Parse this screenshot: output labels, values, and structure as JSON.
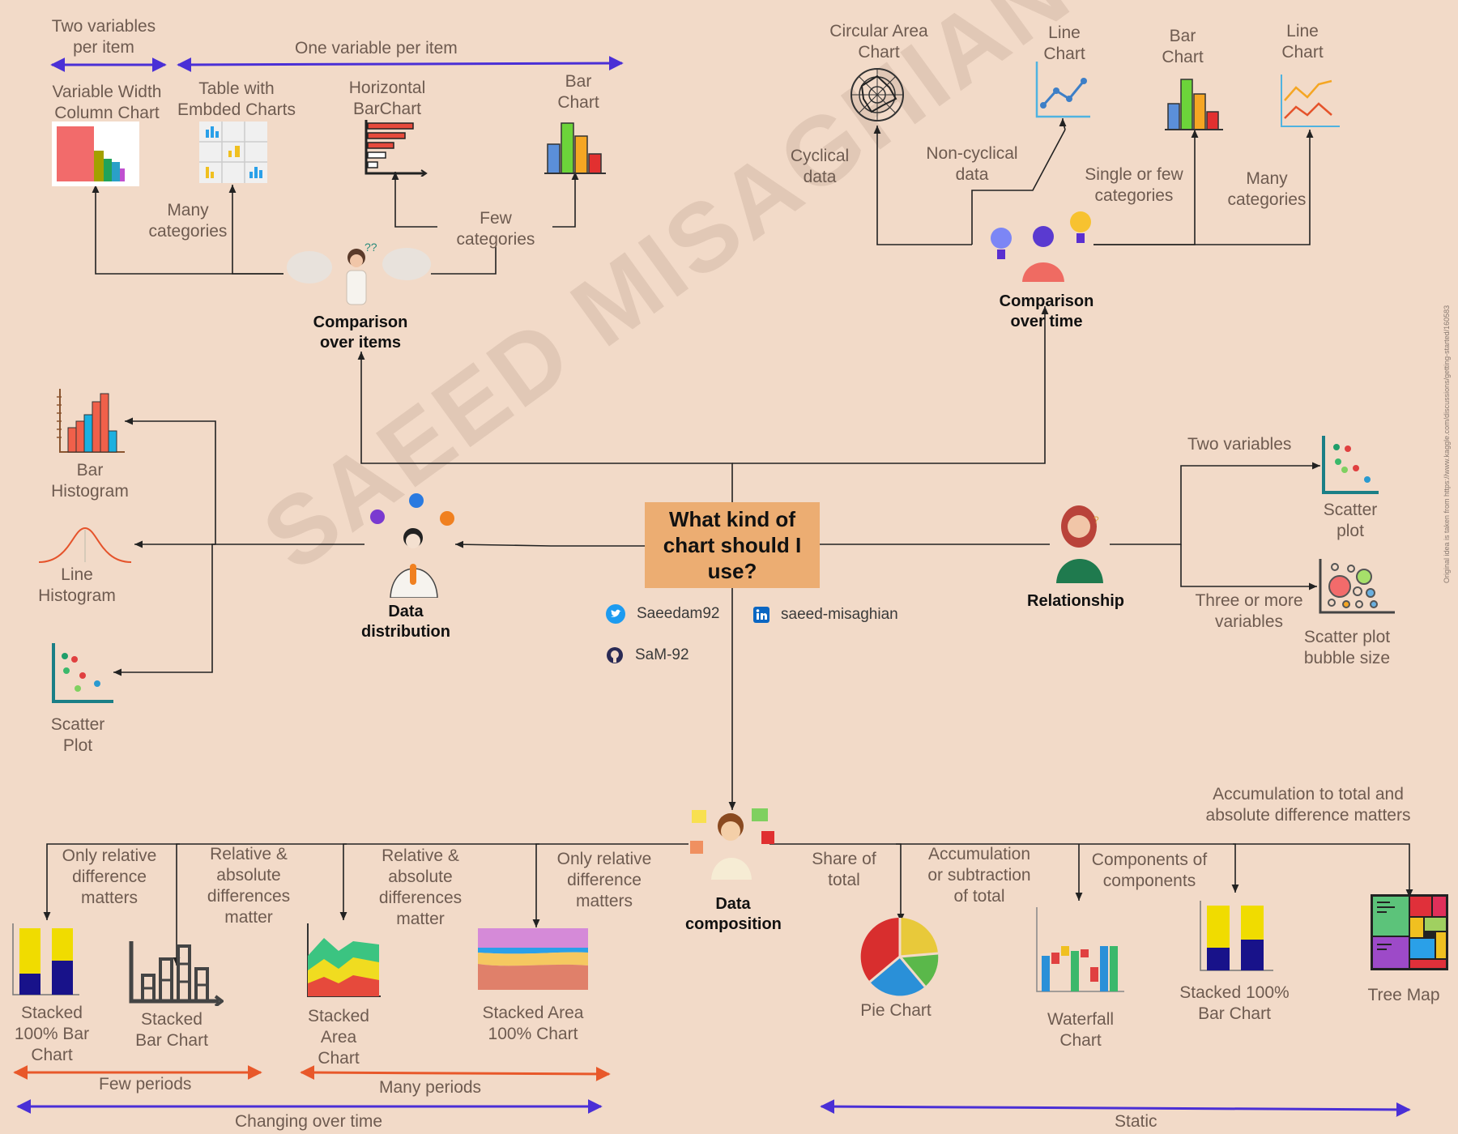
{
  "title": "What kind of chart should I use?",
  "social": {
    "twitter": "Saeedam92",
    "linkedin": "saeed-misaghian",
    "github": "SaM-92"
  },
  "watermark": "SAEED MISAGHIAN",
  "credit": "Original idea is taken from https://www.kaggle.com/discussions/getting-started/160583",
  "categories": {
    "items": "Comparison over items",
    "time": "Comparison over time",
    "relationship": "Relationship",
    "distribution": "Data distribution",
    "composition": "Data composition"
  },
  "items": {
    "two_vars": "Two variables per item",
    "one_var": "One variable per item",
    "many_cat": "Many categories",
    "few_cat": "Few categories",
    "charts": [
      "Variable Width Column Chart",
      "Table with Embded Charts",
      "Horizontal BarChart",
      "Bar Chart"
    ]
  },
  "time": {
    "cyclical": "Cyclical data",
    "noncyclical": "Non-cyclical data",
    "single_few": "Single or few categories",
    "many": "Many categories",
    "charts": [
      "Circular Area Chart",
      "Line Chart",
      "Bar Chart",
      "Line Chart"
    ]
  },
  "relationship": {
    "two_vars": "Two variables",
    "three_vars": "Three or more variables",
    "charts": [
      "Scatter plot",
      "Scatter plot bubble size"
    ]
  },
  "distribution": {
    "charts": [
      "Bar Histogram",
      "Line Histogram",
      "Scatter Plot"
    ]
  },
  "composition": {
    "conditions": [
      "Only relative difference matters",
      "Relative & absolute differences matter",
      "Relative & absolute differences matter",
      "Only relative difference matters",
      "Share of total",
      "Accumulation or subtraction of total",
      "Components of components",
      "Accumulation to total and absolute difference matters"
    ],
    "charts": [
      "Stacked 100% Bar Chart",
      "Stacked Bar Chart",
      "Stacked Area Chart",
      "Stacked Area 100% Chart",
      "Pie Chart",
      "Waterfall Chart",
      "Stacked 100% Bar Chart",
      "Tree Map"
    ],
    "few_periods": "Few periods",
    "many_periods": "Many periods",
    "changing": "Changing over time",
    "static": "Static"
  },
  "colors": {
    "background": "#f2dac8",
    "central_box": "#ecad72",
    "blue_arrow": "#4a2fd6",
    "orange_arrow": "#e8582a"
  }
}
